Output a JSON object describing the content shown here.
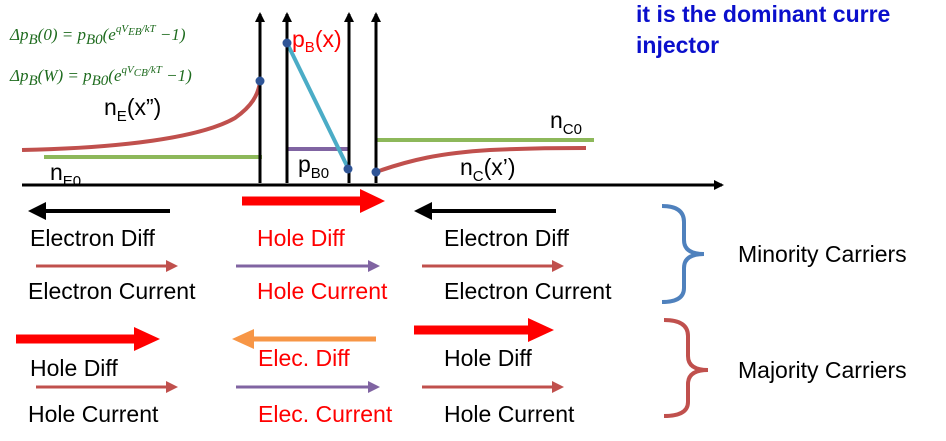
{
  "header": {
    "note_line1": "it is the dominant curre",
    "note_line2": "injector"
  },
  "equations": {
    "eq1_lhs": "Δp",
    "eq1_lhs_sub": "B",
    "eq1_arg": "(0) = p",
    "eq1_sub": "B0",
    "eq1_exp_base": "(e",
    "eq1_exponent": "qV",
    "eq1_exponent_sub": "EB",
    "eq1_exponent_tail": "/kT",
    "eq1_tail": " −1)",
    "eq2_lhs": "Δp",
    "eq2_lhs_sub": "B",
    "eq2_arg": "(W) = p",
    "eq2_sub": "B0",
    "eq2_exp_base": "(e",
    "eq2_exponent": "qV",
    "eq2_exponent_sub": "CB",
    "eq2_exponent_tail": "/kT",
    "eq2_tail": " −1)"
  },
  "profile_labels": {
    "nE_main": "n",
    "nE_sub": "E",
    "nE_arg": "(x”)",
    "nE0_main": "n",
    "nE0_sub": "E0",
    "pB_main": "p",
    "pB_sub": "B",
    "pB_arg": "(x)",
    "pB0_main": "p",
    "pB0_sub": "B0",
    "nC_main": "n",
    "nC_sub": "C",
    "nC_arg": "(x’)",
    "nC0_main": "n",
    "nC0_sub": "C0"
  },
  "rows": {
    "emitter_minority_diff": "Electron Diff",
    "base_minority_diff": "Hole Diff",
    "collector_minority_diff": "Electron Diff",
    "emitter_minority_current": "Electron Current",
    "base_minority_current": "Hole Current",
    "collector_minority_current": "Electron Current",
    "emitter_majority_diff": "Hole Diff",
    "base_majority_diff": "Elec. Diff",
    "collector_majority_diff": "Hole Diff",
    "emitter_majority_current": "Hole Current",
    "base_majority_current": "Elec. Current",
    "collector_majority_current": "Hole Current"
  },
  "groups": {
    "minority": "Minority Carriers",
    "majority": "Majority Carriers"
  },
  "colors": {
    "green_line": "#8db85a",
    "red_curve": "#c0504d",
    "teal_line": "#4bacc6",
    "purple": "#8064a2",
    "red_arrow": "#ff0000",
    "orange_arrow": "#f79646",
    "blue_brace": "#4f81bd",
    "dark_red_brace": "#c0504d",
    "dot": "#2f5597"
  }
}
